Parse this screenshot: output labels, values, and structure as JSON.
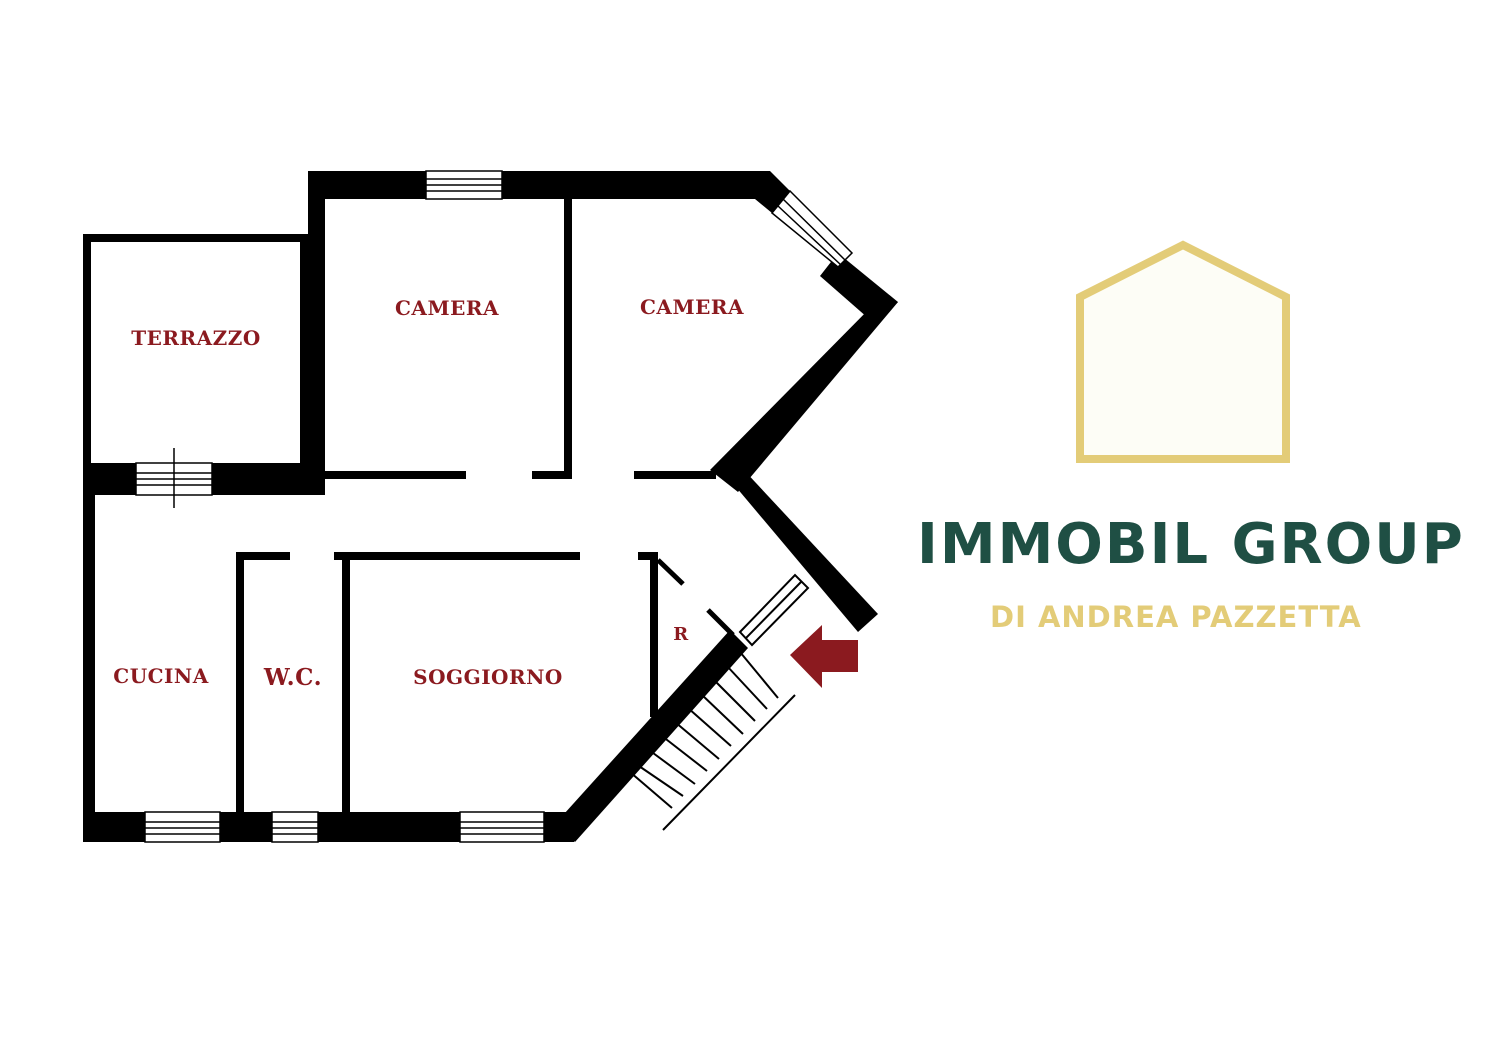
{
  "rooms": {
    "terrazzo": "TERRAZZO",
    "camera_left": "CAMERA",
    "camera_right": "CAMERA",
    "cucina": "CUCINA",
    "wc": "W.C.",
    "soggiorno": "SOGGIORNO",
    "ripostiglio": "R"
  },
  "brand": {
    "name": "IMMOBIL GROUP",
    "subtitle": "DI ANDREA PAZZETTA",
    "logo": "house-outline-icon"
  },
  "colors": {
    "walls": "#000000",
    "labels": "#8b1a1f",
    "brand_name": "#1f4f44",
    "brand_accent": "#e3cc78"
  },
  "icons": {
    "entrance": "entrance-arrow-icon"
  }
}
